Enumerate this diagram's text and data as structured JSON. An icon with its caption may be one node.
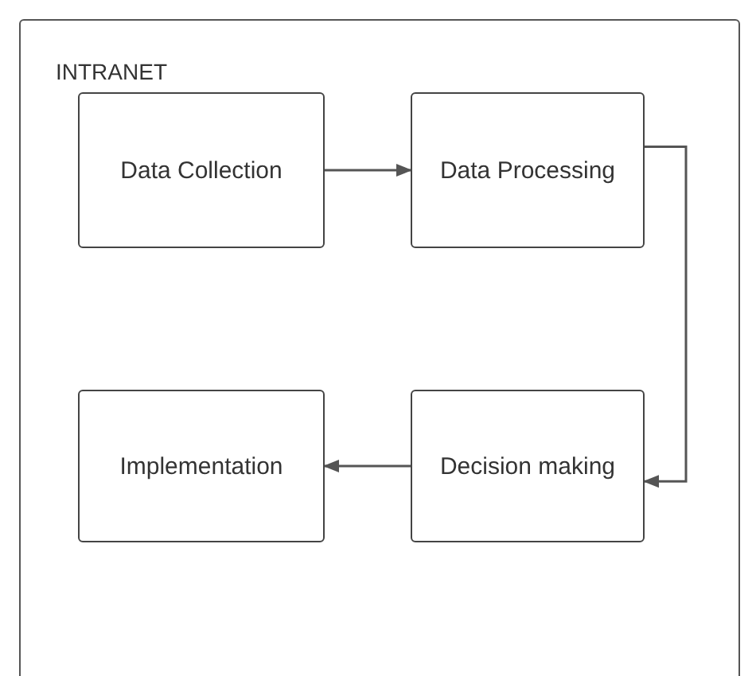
{
  "diagram": {
    "nodes": [
      {
        "text": [
          "INTRANET"
        ]
      },
      {
        "text": [
          "Data Collection"
        ],
        "in": 0
      },
      {
        "text": [
          "Data Processing"
        ],
        "in": 0
      },
      {
        "text": [
          "Implementation"
        ],
        "in": 0
      },
      {
        "text": [
          "Decision making"
        ],
        "in": 0
      }
    ],
    "edges": [
      {
        "from": 1,
        "to": 2,
        "arrow": "to"
      },
      {
        "from": 2,
        "to": 4,
        "arrow": "to"
      },
      {
        "from": 4,
        "to": 3,
        "arrow": "to"
      }
    ]
  }
}
